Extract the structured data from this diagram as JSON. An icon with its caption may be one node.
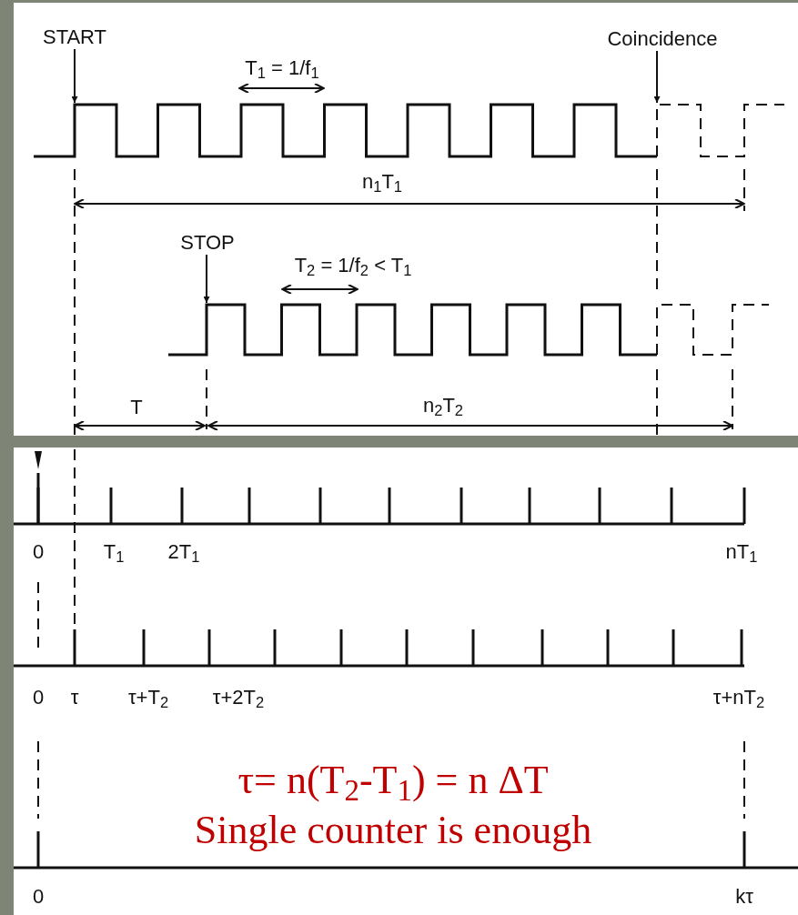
{
  "diagram": {
    "nodes": [
      {
        "text": [
          "START"
        ]
      },
      {
        "text": [
          "Coincidence"
        ]
      },
      {
        "text": [
          "STOP"
        ]
      },
      {
        "text": [],
        "shape": "picture"
      },
      {
        "text": [],
        "shape": "picture"
      }
    ],
    "edges": [
      {
        "from": 0,
        "to": 3,
        "arrow": "to"
      },
      {
        "from": 1,
        "to": 3,
        "arrow": "to"
      },
      {
        "from": 2,
        "to": 4,
        "arrow": "to"
      }
    ],
    "labels": [
      "T$_{1}$ = 1/f$_{1}$",
      "n$_{1}$T$_{1}$",
      "T$_{2}$ = 1/f$_{2}$ < T$_{1}$",
      "T",
      "n$_{2}$T$_{2}$",
      "0",
      "T$_{1}$",
      "2T$_{1}$",
      "nT$_{1}$",
      "0",
      "τ",
      "τ+T$_{2}$",
      "τ+2T$_{2}$",
      "τ+nT$_{2}$",
      "τ= n(T$_{2}$-T$_{1}$) = n ΔT",
      "Single counter is enough",
      "0",
      "kτ"
    ]
  }
}
